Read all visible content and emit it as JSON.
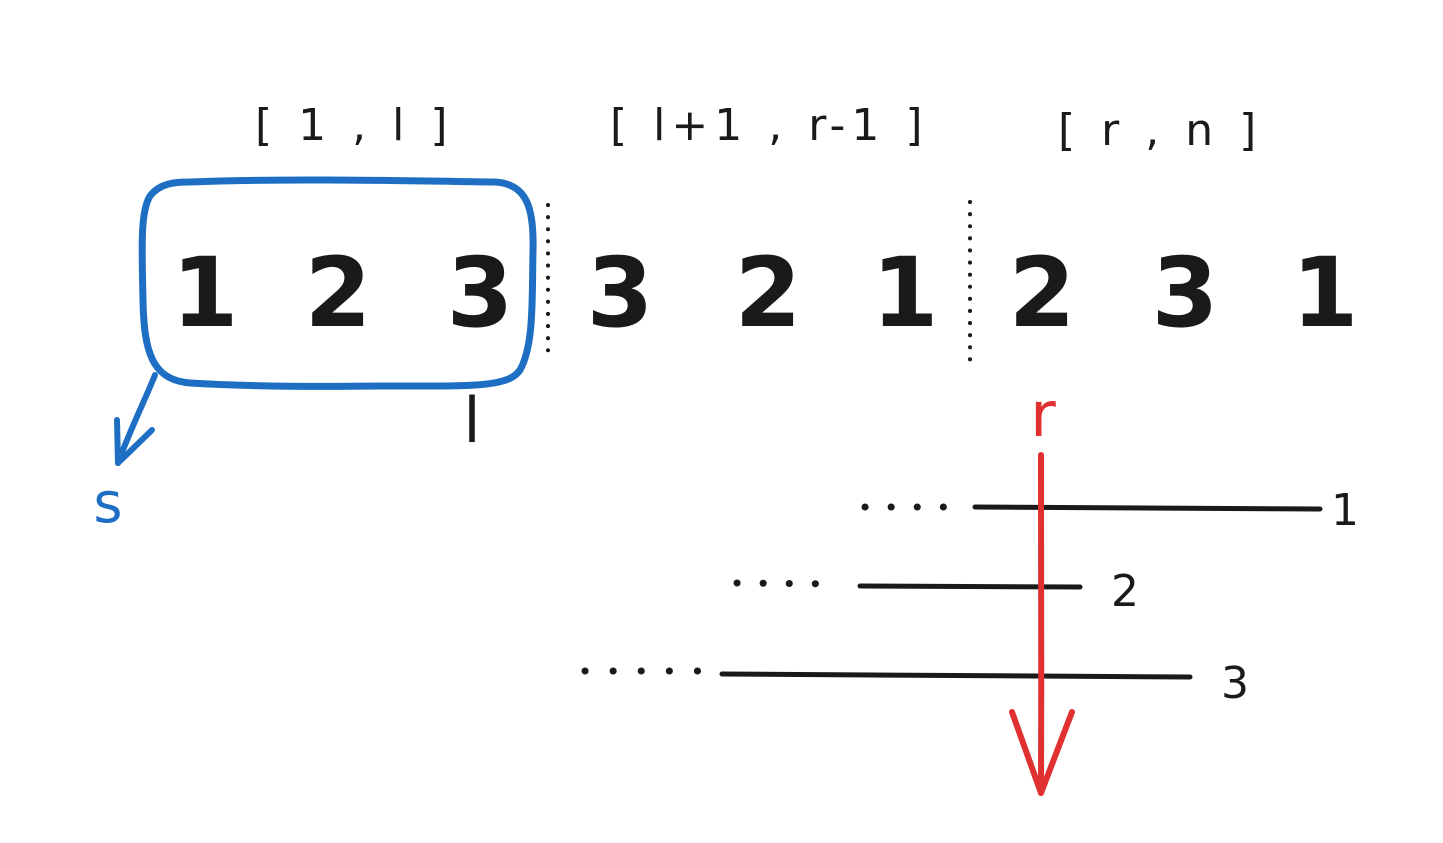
{
  "ranges": {
    "left": "[ 1 , l ]",
    "middle": "[ l+1 , r-1 ]",
    "right": "[ r , n ]"
  },
  "sequence": [
    "1",
    "2",
    "3",
    "3",
    "2",
    "1",
    "2",
    "3",
    "1"
  ],
  "markers": {
    "l": "l",
    "r": "r",
    "s": "s"
  },
  "ranked_lines": [
    "1",
    "2",
    "3"
  ],
  "colors": {
    "ink": "#1a1a1a",
    "box": "#1e6fc4",
    "pointer": "#e03030"
  }
}
